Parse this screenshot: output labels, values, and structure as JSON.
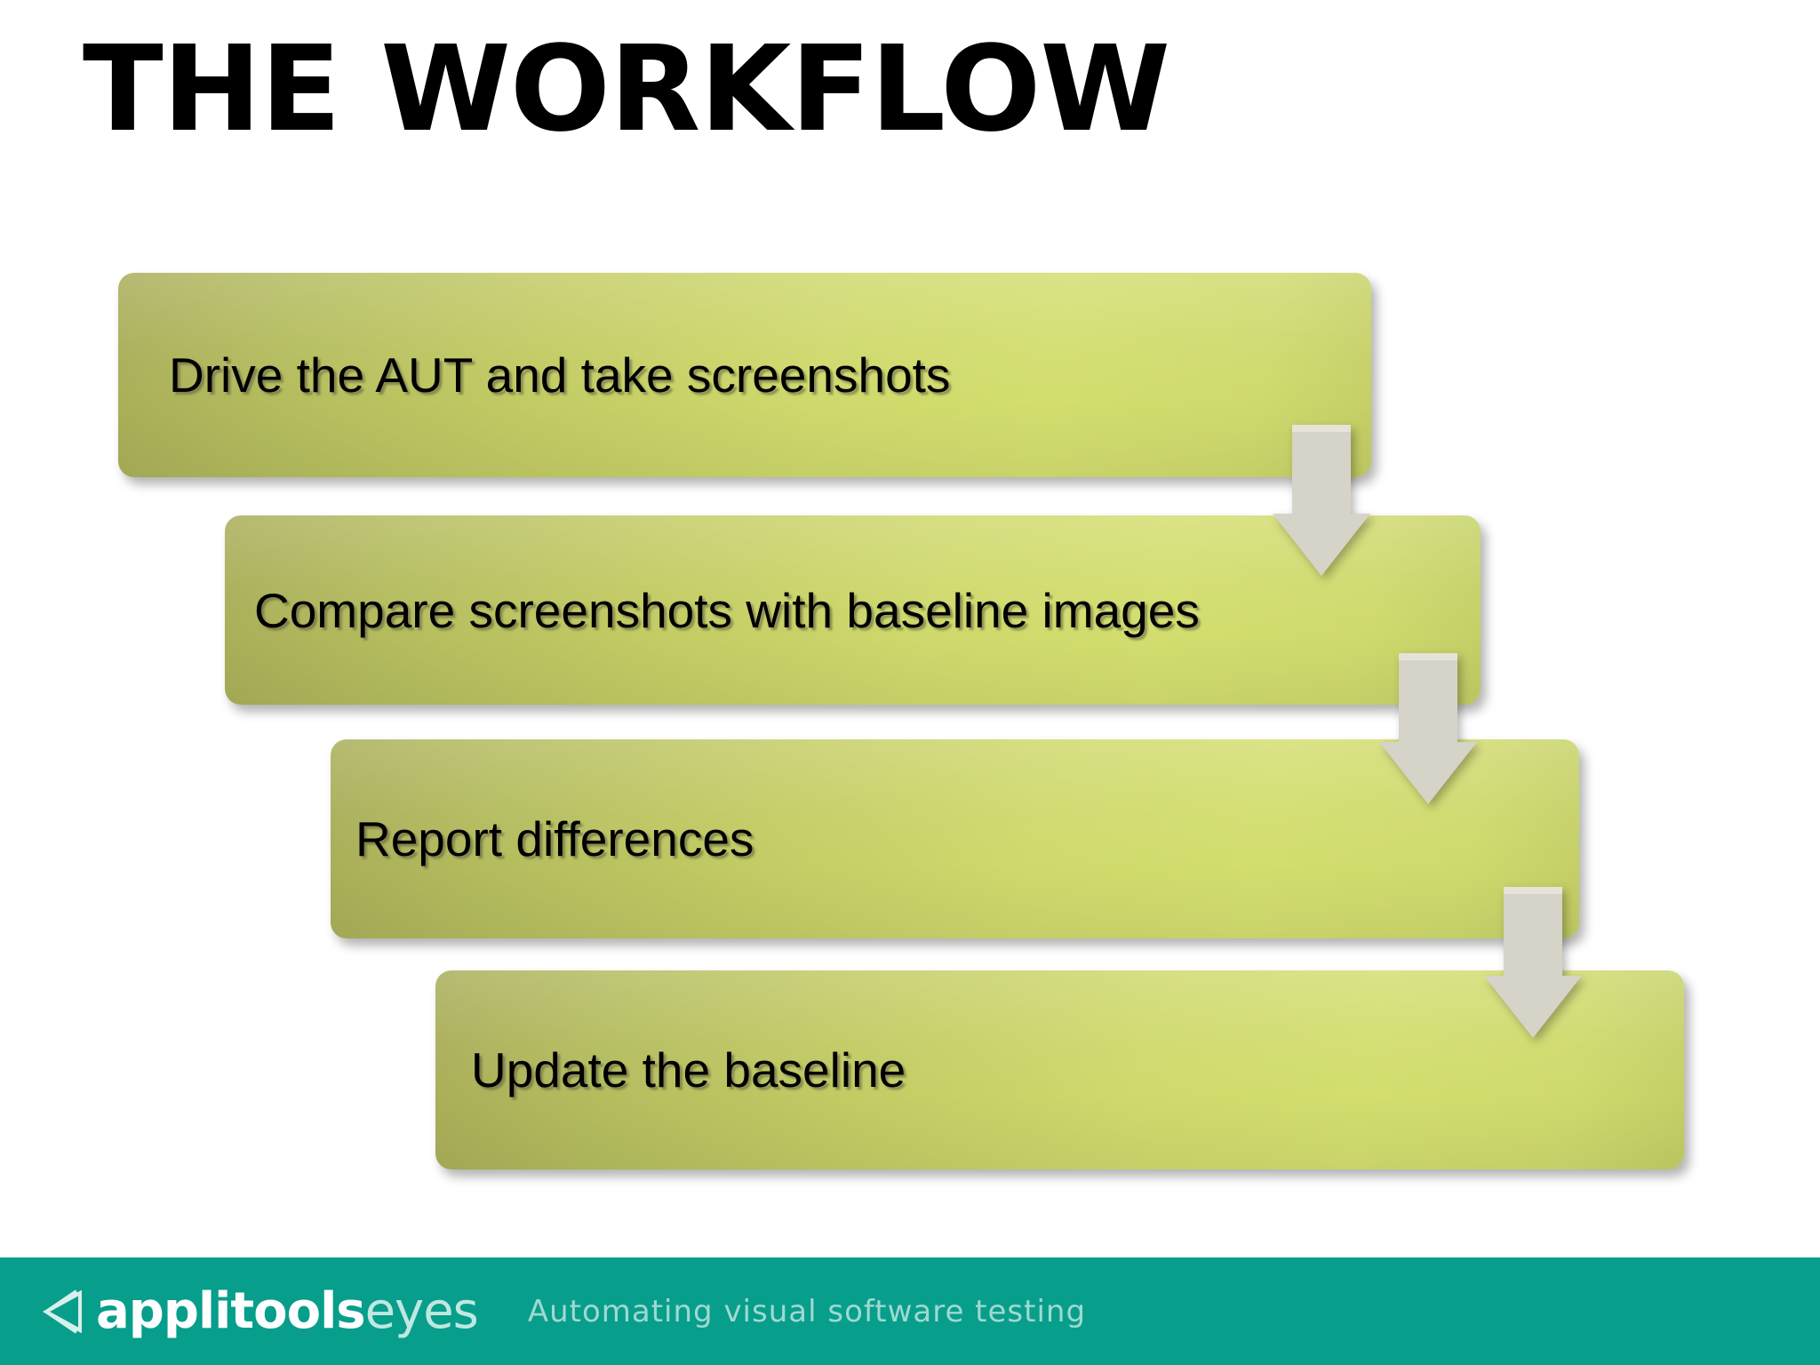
{
  "slide": {
    "title": "THE WORKFLOW",
    "background_color": "#ffffff"
  },
  "flow": {
    "box_fill_start": "#a9ad58",
    "box_fill_end": "#d3de6f",
    "arrow_color": "#d6d3c8",
    "text_color": "#000000",
    "steps": [
      {
        "index": "1",
        "label": "Drive the AUT and take screenshots"
      },
      {
        "index": "2",
        "label": "Compare screenshots with baseline images"
      },
      {
        "index": "3",
        "label": "Report differences"
      },
      {
        "index": "4",
        "label": "Update the baseline"
      }
    ],
    "connectors": [
      {
        "from": "1",
        "to": "2",
        "icon": "arrow-down-icon"
      },
      {
        "from": "2",
        "to": "3",
        "icon": "arrow-down-icon"
      },
      {
        "from": "3",
        "to": "4",
        "icon": "arrow-down-icon"
      }
    ]
  },
  "footer": {
    "background_color": "#089e8c",
    "logo_icon": "applitools-mark-icon",
    "brand_bold": "applitools",
    "brand_light": "eyes",
    "tagline": "Automating visual software testing",
    "brand_color": "#ffffff",
    "tagline_color": "#9fd9d0"
  }
}
